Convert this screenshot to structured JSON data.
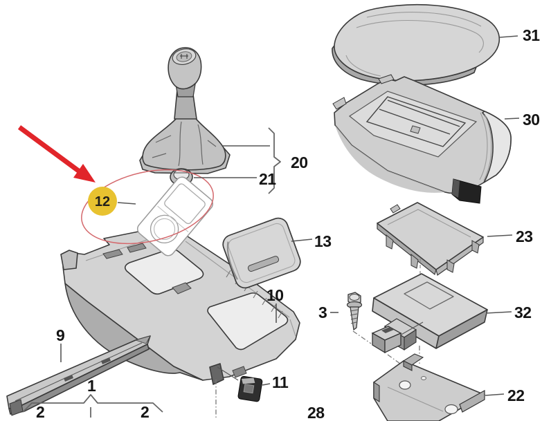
{
  "diagram": {
    "kind": "exploded-parts-diagram",
    "subject": "vehicle center console, gear shifter boot and armrest assembly"
  },
  "callouts": {
    "n1": "1",
    "n2_left": "2",
    "n2_right": "2",
    "n3": "3",
    "n9": "9",
    "n10": "10",
    "n11": "11",
    "n12": "12",
    "n13": "13",
    "n20": "20",
    "n21": "21",
    "n22": "22",
    "n23": "23",
    "n28": "28",
    "n30": "30",
    "n31": "31",
    "n32": "32"
  },
  "highlight": {
    "badge_label": "12",
    "badge_color": "#E8C230",
    "arrow_color": "#E1252A",
    "ellipse_color": "#D4686C"
  },
  "colors": {
    "background": "#FFFFFF",
    "outline": "#3A3A3A",
    "part_light": "#D6D6D6",
    "part_mid": "#B5B5B5",
    "part_dark": "#8C8C8C"
  }
}
